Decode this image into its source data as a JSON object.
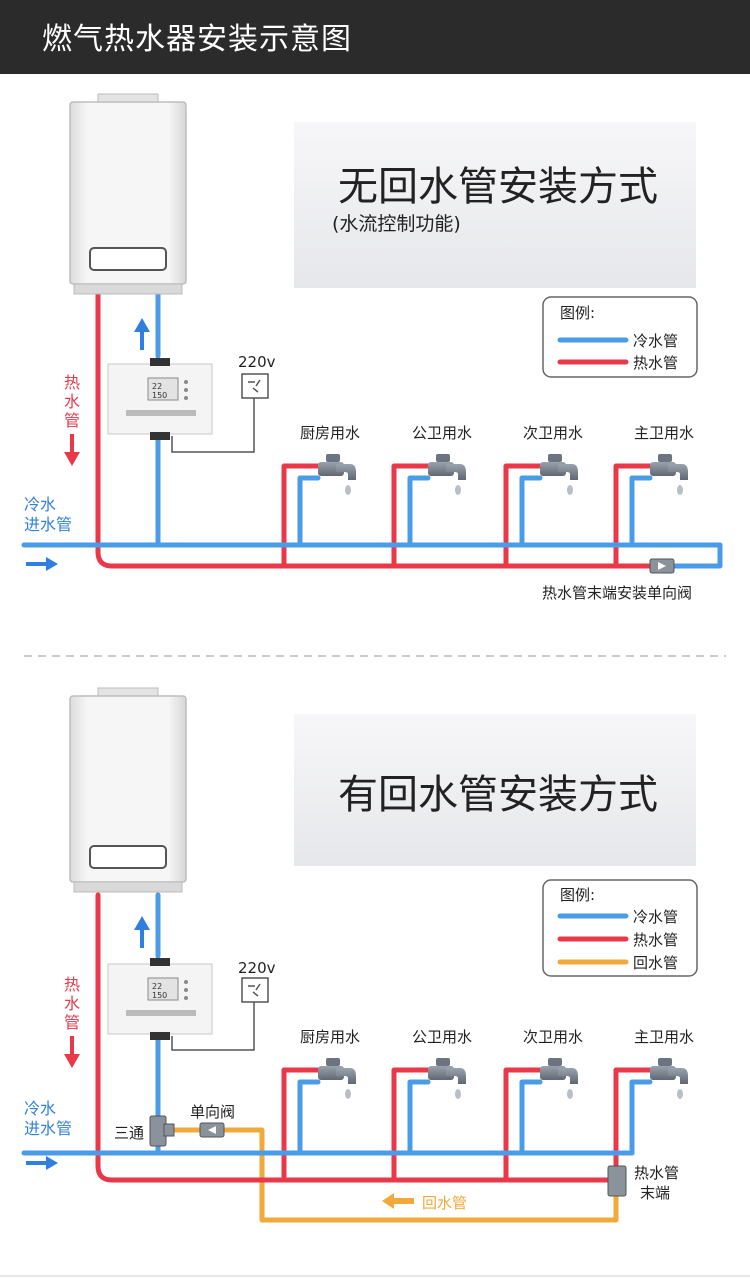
{
  "title": "燃气热水器安装示意图",
  "colors": {
    "cold": "#4a9be8",
    "hot": "#e8384a",
    "return": "#f2a93b",
    "heater_body": "#f2f2f2",
    "title_bg": "#2b2b2b"
  },
  "icons": [
    "water-heater-icon",
    "controller-icon",
    "power-socket-icon",
    "faucet-icon",
    "check-valve-icon",
    "tee-joint-icon",
    "arrow-icon"
  ],
  "section1": {
    "heading": "无回水管安装方式",
    "subheading": "(水流控制功能)",
    "legend": {
      "title": "图例:",
      "items": [
        {
          "label": "冷水管",
          "kind": "cold"
        },
        {
          "label": "热水管",
          "kind": "hot"
        }
      ]
    },
    "power": "220v",
    "hot_label": [
      "热",
      "水",
      "管"
    ],
    "inlet_label": [
      "冷水",
      "进水管"
    ],
    "taps": [
      "厨房用水",
      "公卫用水",
      "次卫用水",
      "主卫用水"
    ],
    "valve_note": "热水管末端安装单向阀"
  },
  "section2": {
    "heading": "有回水管安装方式",
    "legend": {
      "title": "图例:",
      "items": [
        {
          "label": "冷水管",
          "kind": "cold"
        },
        {
          "label": "热水管",
          "kind": "hot"
        },
        {
          "label": "回水管",
          "kind": "return"
        }
      ]
    },
    "power": "220v",
    "hot_label": [
      "热",
      "水",
      "管"
    ],
    "inlet_label": [
      "冷水",
      "进水管"
    ],
    "taps": [
      "厨房用水",
      "公卫用水",
      "次卫用水",
      "主卫用水"
    ],
    "tee_label": "三通",
    "check_valve_label": "单向阀",
    "end_label": [
      "热水管",
      "末端"
    ],
    "return_label": "回水管"
  }
}
